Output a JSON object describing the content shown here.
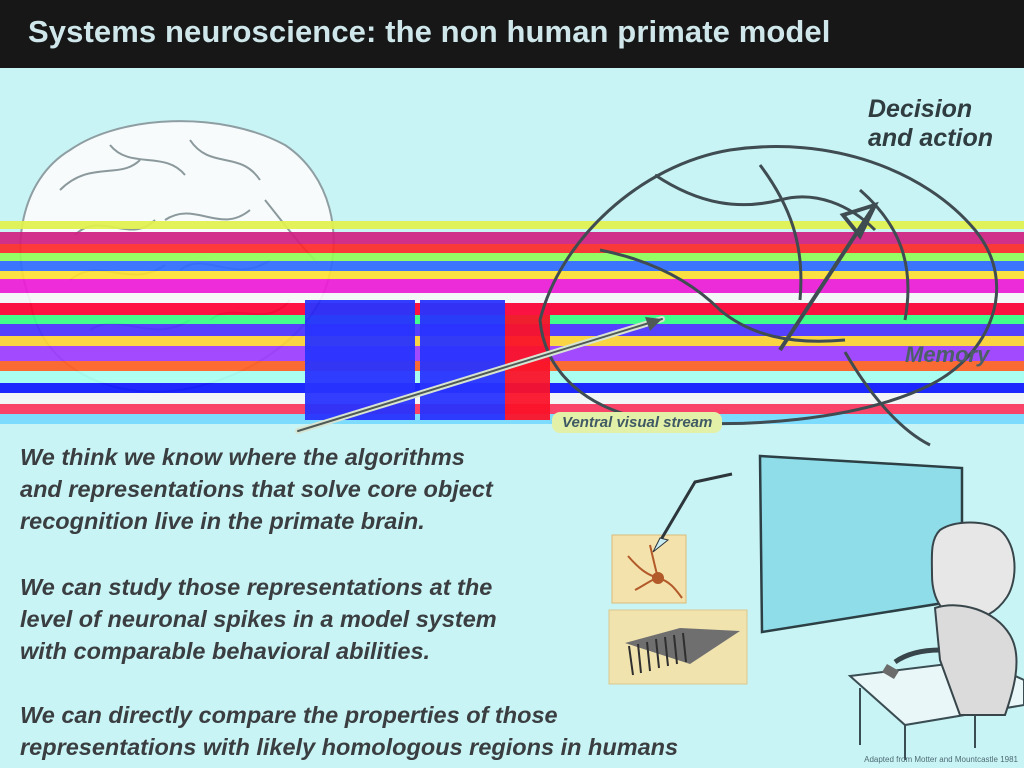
{
  "slide": {
    "title": "Systems neuroscience:  the non human primate model",
    "callouts": {
      "decision": [
        "Decision",
        "and action"
      ],
      "memory": "Memory",
      "ventral_stream": "Ventral visual stream"
    },
    "paragraphs": [
      [
        "We think we know where the algorithms",
        "and representations that solve core object",
        "recognition live in the primate brain."
      ],
      [
        "We can study those representations at the",
        "level of neuronal spikes in a model system",
        "with comparable behavioral abilities."
      ],
      [
        "We can directly compare the properties of those",
        "representations with likely homologous regions in humans"
      ]
    ],
    "credit": "Adapted from Motter and Mountcastle 1981"
  }
}
